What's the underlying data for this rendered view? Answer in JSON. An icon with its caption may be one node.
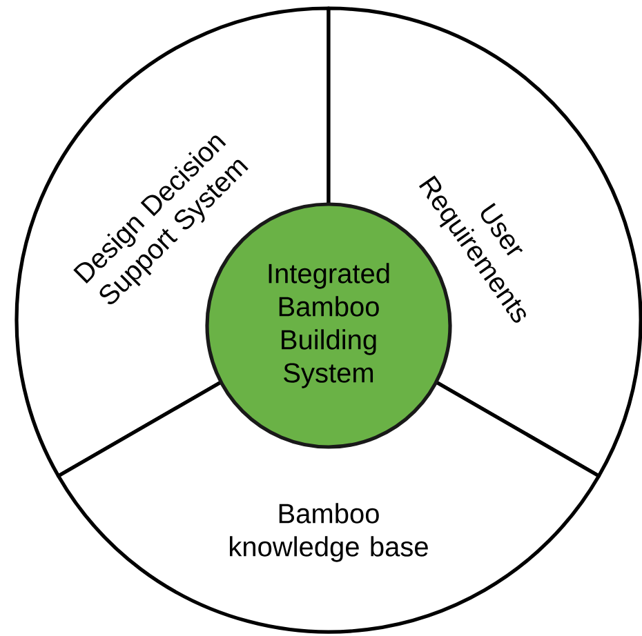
{
  "diagram": {
    "nodes": [
      {
        "text": [
          "Design Decision Support System"
        ]
      },
      {
        "text": [
          "User Requirements"
        ]
      },
      {
        "text": [
          "Integrated Bamboo Building System"
        ]
      },
      {
        "text": [
          "Bamboo knowledge base"
        ]
      }
    ]
  }
}
